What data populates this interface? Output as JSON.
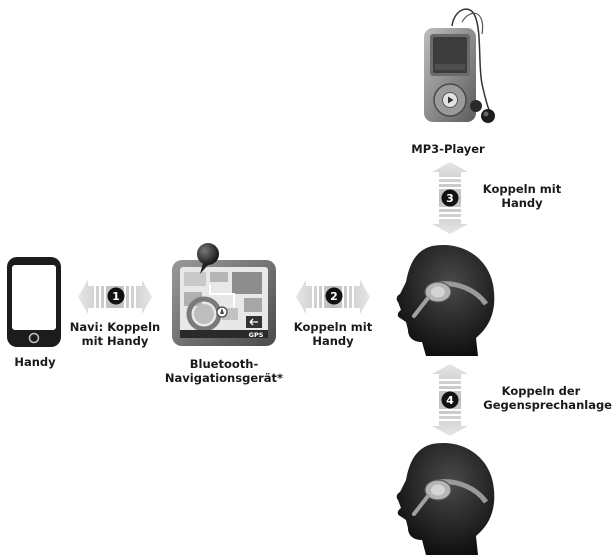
{
  "nodes": {
    "phone": {
      "label": "Handy"
    },
    "navi": {
      "label_lines": [
        "Bluetooth-",
        "Navigationsgerät*"
      ],
      "screen_tag": "GPS"
    },
    "mp3": {
      "label": "MP3-Player"
    },
    "headset_top": {
      "label": ""
    },
    "headset_bottom": {
      "label": ""
    }
  },
  "connections": [
    {
      "number": "1",
      "label_lines": [
        "Navi: Koppeln",
        "mit Handy"
      ],
      "direction": "horizontal"
    },
    {
      "number": "2",
      "label_lines": [
        "Koppeln mit",
        "Handy"
      ],
      "direction": "horizontal"
    },
    {
      "number": "3",
      "label_lines": [
        "Koppeln mit",
        "Handy"
      ],
      "direction": "vertical"
    },
    {
      "number": "4",
      "label_lines": [
        "Koppeln der",
        "Gegensprechanlage"
      ],
      "direction": "vertical"
    }
  ],
  "colors": {
    "device_dark": "#1c1c1c",
    "device_gray": "#8a8a8a",
    "arrow_gray": "#c8c8c8",
    "badge": "#111111",
    "text": "#1a1a1a"
  }
}
